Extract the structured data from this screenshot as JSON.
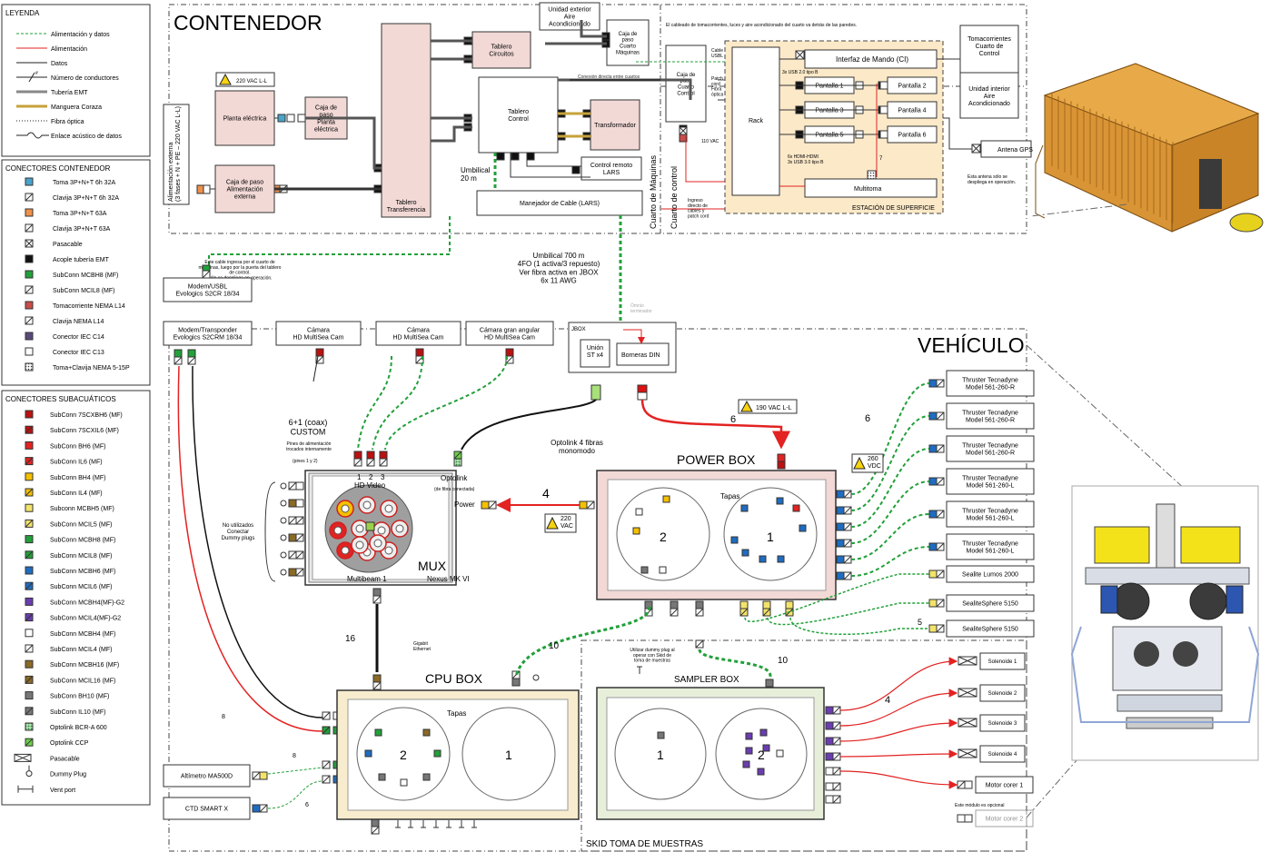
{
  "colors": {
    "power": "#e32222",
    "data_green": "#22a03a",
    "pink": "#f2d9d6",
    "beige": "#f7eccd",
    "sage": "#e7efdb",
    "station": "#fbe9c8",
    "emt": "#777777",
    "coraza": "#c7a23a"
  },
  "legend": {
    "title": "LEYENDA",
    "items": [
      "Alimentación y datos",
      "Alimentación",
      "Datos",
      "Número de conductores",
      "Tubería EMT",
      "Manguera Coraza",
      "Fibra óptica",
      "Enlace acústico de datos"
    ],
    "conductor_symbol": "#"
  },
  "conectores_contenedor": {
    "title": "CONECTORES CONTENEDOR",
    "items": [
      "Toma 3P+N+T 6h 32A",
      "Clavija 3P+N+T 6h 32A",
      "Toma 3P+N+T 63A",
      "Clavija 3P+N+T 63A",
      "Pasacable",
      "Acople tubería EMT",
      "SubConn MCBH8 (MF)",
      "SubConn MCIL8 (MF)",
      "Tomacorriente NEMA L14",
      "Clavija NEMA L14",
      "Conector IEC C14",
      "Conector IEC C13",
      "Toma+Clavija NEMA 5-15P"
    ]
  },
  "conectores_subacuaticos": {
    "title": "CONECTORES SUBACUÁTICOS",
    "items": [
      "SubConn 7SCXBH6 (MF)",
      "SubConn 7SCXIL6 (MF)",
      "SubConn BH6 (MF)",
      "SubConn IL6 (MF)",
      "SubConn BH4 (MF)",
      "SubConn IL4 (MF)",
      "Subconn MCBH5 (MF)",
      "SubConn MCIL5 (MF)",
      "SubConn MCBH8 (MF)",
      "SubConn MCIL8 (MF)",
      "SubConn MCBH6 (MF)",
      "SubConn MCIL6 (MF)",
      "SubConn MCBH4(MF)-G2",
      "SubConn MCIL4(MF)-G2",
      "SubConn MCBH4 (MF)",
      "SubConn MCIL4 (MF)",
      "SubConn MCBH16 (MF)",
      "SubConn MCIL16 (MF)",
      "SubConn BH10 (MF)",
      "SubConn IL10 (MF)",
      "Optolink BCR-A 600",
      "Optolink CCP",
      "Pasacable",
      "Dummy Plug",
      "Vent port"
    ]
  },
  "container": {
    "title": "CONTENEDOR",
    "voltage_badge": "220 VAC L-L",
    "alimentacion_externa": "Alimentación externa\n(3 fases + N + PE – 220 VAC L-L)",
    "planta": "Planta eléctrica",
    "caja_planta": "Caja de\npaso\nPlanta\neléctrica",
    "caja_ext": "Caja de paso\nAlimentación\nexterna",
    "tablero_transferencia": "Tablero\nTransferencia",
    "tablero_circuitos": "Tablero\nCircuitos",
    "tablero_control": "Tablero\nControl",
    "transformador": "Transformador",
    "control_remoto": "Control remoto\nLARS",
    "manejador": "Manejador de Cable (LARS)",
    "umbilical_20": "Umbilical\n20 m",
    "aire": "Unidad exterior\nAire\nAcondicionado",
    "caja_maquinas": "Caja de\npaso\nCuarto\nMáquinas",
    "note_cableado": "El cableado de tomacorrientes, luces y aire acondicionado del cuarto va detrás de las paredes.",
    "conexion_directa": "Conexión directa entre cuartos",
    "cuarto_maquinas": "Cuarto de Máquinas",
    "cuarto_control": "Cuarto de control",
    "caja_control": "Caja de\npaso\nCuarto\nControl",
    "v110": "110 VAC",
    "cable_usbl": "Cable\nUSBL",
    "patch": "Patch\ncord\nFibra\nóptica",
    "ingreso": "Ingreso\ndirecto de\ncables y\npatch cord",
    "note_modem": "Este cable ingresa por el cuarto de\nmáquinas, luego por la puerta del tablero\nde control.\nSólo se despliega en operación."
  },
  "station": {
    "title": "ESTACIÓN DE SUPERFICIE",
    "interfaz": "Interfaz de Mando (CI)",
    "rack": "Rack",
    "pantallas": [
      "Pantalla 1",
      "Pantalla 2",
      "Pantalla 3",
      "Pantalla 4",
      "Pantalla 5",
      "Pantalla 6"
    ],
    "multitoma": "Multitoma",
    "usb2": "3x USB 2.0 tipo B",
    "hdmi": "6x HDMI-HDMI\n3x USB 3.0 tipo B",
    "n7": "7",
    "tomacorrientes": "Tomacorrientes\nCuarto de\nControl",
    "aire_int": "Unidad interior\nAire\nAcondicionado",
    "antena": "Antena GPS",
    "antena_note": "Esta antena sólo se\ndespliega en operación."
  },
  "umbilical": {
    "title": "Umbilical 700 m\n4FO (1 activa/3 repuesto)\nVer fibra activa en JBOX\n6x 11 AWG",
    "faint": "Ómnio\nterminador"
  },
  "vehicle": {
    "title": "VEHÍCULO",
    "modem_usbl": "Modem/USBL\nEvologics S2CR 18/34",
    "modem_transponder": "Modem/Transponder\nEvologics S2CRM 18/34",
    "camaras": [
      "Cámara\nHD MultiSea Cam",
      "Cámara\nHD MultiSea Cam",
      "Cámara gran angular\nHD MultiSea Cam"
    ],
    "jbox": "JBOX",
    "union": "Unión\nST x4",
    "borneras": "Borneras DIN",
    "optolink_fibras": "Optolink 4 fibras\nmonomodo",
    "coax": "6+1 (coax)\nCUSTOM",
    "pines": "Pines de alimentación\ntrocados internamente",
    "pines2": "(pines 1 y 2)",
    "cam_nums": [
      "1",
      "2",
      "3"
    ],
    "hd_video": "HD Video",
    "optolink": "Optolink",
    "optolink_sub": "(de fibra conectada)",
    "power_lbl": "Power",
    "no_utilizados": "No utilizados\nConectar\nDummy plugs",
    "mux": "MUX",
    "nexus": "Nexus MK VI",
    "multibeam": "Multibeam 1",
    "n4": "4",
    "n6a": "6",
    "n6b": "6",
    "n16": "16",
    "n10a": "10",
    "n10b": "10",
    "n8a": "8",
    "n8b": "8",
    "n6c": "6",
    "n5": "5",
    "n4b": "4",
    "v190": "190 VAC L-L",
    "v220": "220\nVAC",
    "v260": "260\nVDC",
    "power_box": "POWER BOX",
    "tapas": "Tapas",
    "tapas2": "Tapas",
    "pb_nums": [
      "2",
      "1"
    ],
    "thrusters": [
      "Thruster Tecnadyne\nModel 561-260-R",
      "Thruster Tecnadyne\nModel 561-260-R",
      "Thruster Tecnadyne\nModel 561-260-R",
      "Thruster Tecnadyne\nModel 561-260-L",
      "Thruster Tecnadyne\nModel 561-260-L",
      "Thruster Tecnadyne\nModel 561-260-L"
    ],
    "lights": [
      "Sealite Lumos 2000",
      "SealiteSphere 5150",
      "SealiteSphere 5150"
    ],
    "gigabit": "Gigabit\nEthernet",
    "cpu_box": "CPU BOX",
    "cpu_nums": [
      "2",
      "1"
    ],
    "altimetro": "Altímetro MA500D",
    "ctd": "CTD SMART X",
    "dummy_note": "Utilizar dummy plug al\noperar con Skid de\ntoma de muestras",
    "sampler": "SAMPLER BOX",
    "sampler_nums": [
      "1",
      "2"
    ],
    "solenoides": [
      "Solenoide 1",
      "Solenoide 2",
      "Solenoide 3",
      "Solenoide 4"
    ],
    "motor": "Motor corer 1",
    "motor2": "Motor corer 2",
    "motor_note": "Este módulo es opcional",
    "skid": "SKID TOMA DE MUESTRAS"
  }
}
